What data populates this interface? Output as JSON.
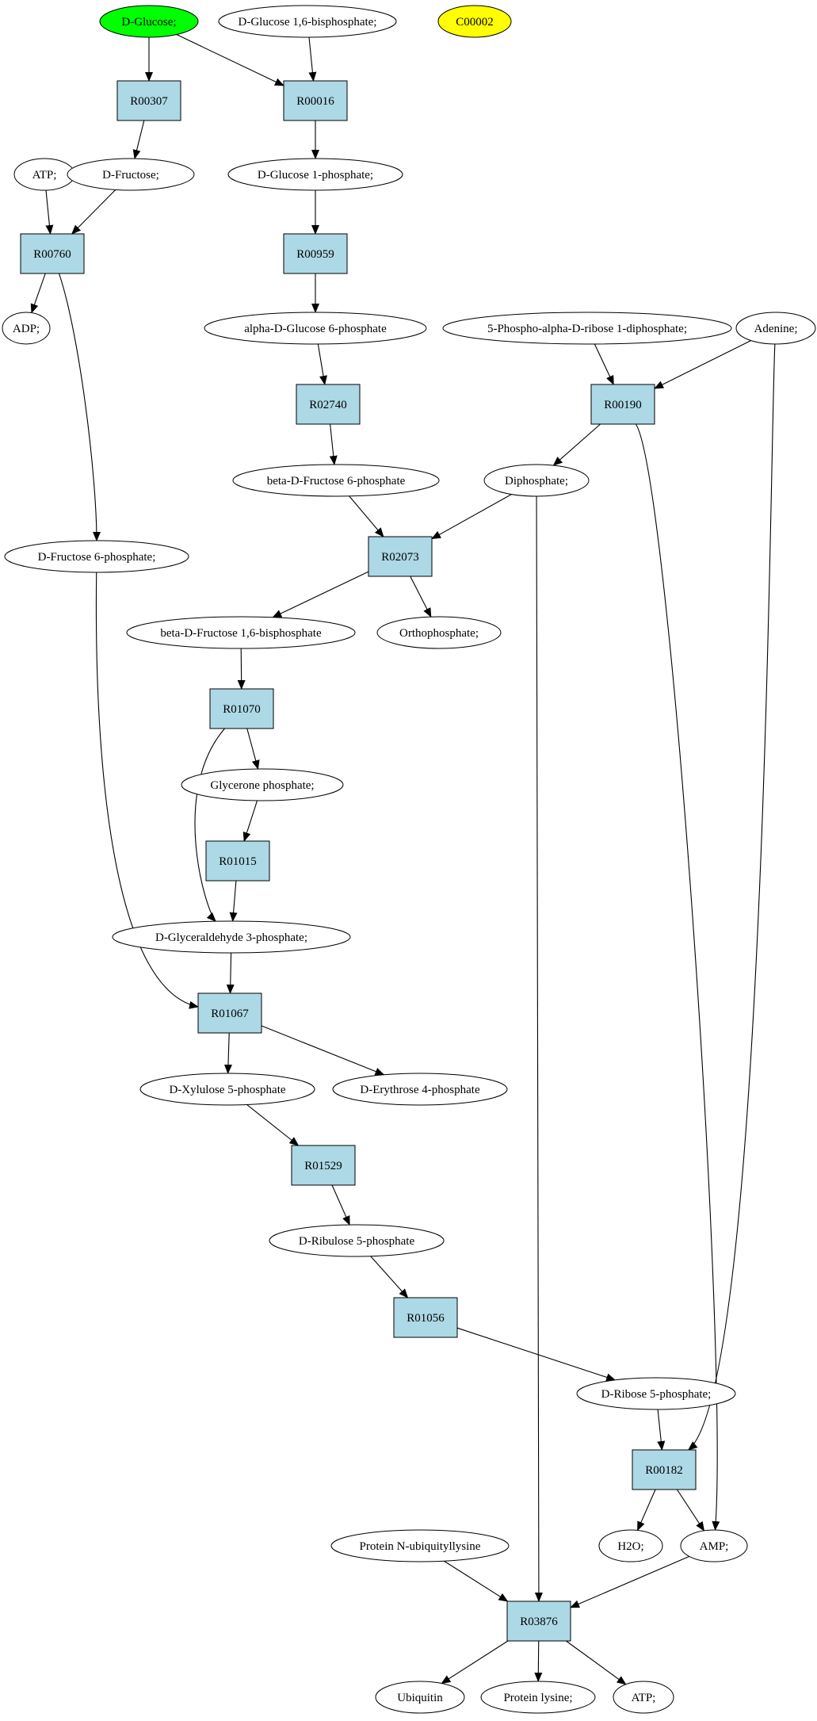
{
  "colors": {
    "edge": "#000000",
    "ellipse_fill": "#ffffff",
    "start_fill": "#00ff00",
    "highlight_fill": "#ffff00",
    "reaction_fill": "#add8e6"
  },
  "nodes": [
    {
      "id": "glc",
      "label": "D-Glucose;",
      "shape": "ellipse",
      "role": "start"
    },
    {
      "id": "g16bp",
      "label": "D-Glucose 1,6-bisphosphate;",
      "shape": "ellipse"
    },
    {
      "id": "c00002",
      "label": "C00002",
      "shape": "ellipse",
      "role": "highlight"
    },
    {
      "id": "r00307",
      "label": "R00307",
      "shape": "box"
    },
    {
      "id": "r00016",
      "label": "R00016",
      "shape": "box"
    },
    {
      "id": "atp1",
      "label": "ATP;",
      "shape": "ellipse"
    },
    {
      "id": "fru",
      "label": "D-Fructose;",
      "shape": "ellipse"
    },
    {
      "id": "g1p",
      "label": "D-Glucose 1-phosphate;",
      "shape": "ellipse"
    },
    {
      "id": "r00760",
      "label": "R00760",
      "shape": "box"
    },
    {
      "id": "r00959",
      "label": "R00959",
      "shape": "box"
    },
    {
      "id": "adp",
      "label": "ADP;",
      "shape": "ellipse"
    },
    {
      "id": "ag6p",
      "label": "alpha-D-Glucose 6-phosphate",
      "shape": "ellipse"
    },
    {
      "id": "prpp",
      "label": "5-Phospho-alpha-D-ribose 1-diphosphate;",
      "shape": "ellipse"
    },
    {
      "id": "ade",
      "label": "Adenine;",
      "shape": "ellipse"
    },
    {
      "id": "r02740",
      "label": "R02740",
      "shape": "box"
    },
    {
      "id": "r00190",
      "label": "R00190",
      "shape": "box"
    },
    {
      "id": "bf6p",
      "label": "beta-D-Fructose 6-phosphate",
      "shape": "ellipse"
    },
    {
      "id": "ppi",
      "label": "Diphosphate;",
      "shape": "ellipse"
    },
    {
      "id": "f6p",
      "label": "D-Fructose 6-phosphate;",
      "shape": "ellipse"
    },
    {
      "id": "r02073",
      "label": "R02073",
      "shape": "box"
    },
    {
      "id": "bf16bp",
      "label": "beta-D-Fructose 1,6-bisphosphate",
      "shape": "ellipse"
    },
    {
      "id": "pi",
      "label": "Orthophosphate;",
      "shape": "ellipse"
    },
    {
      "id": "r01070",
      "label": "R01070",
      "shape": "box"
    },
    {
      "id": "dhap",
      "label": "Glycerone phosphate;",
      "shape": "ellipse"
    },
    {
      "id": "r01015",
      "label": "R01015",
      "shape": "box"
    },
    {
      "id": "g3p",
      "label": "D-Glyceraldehyde 3-phosphate;",
      "shape": "ellipse"
    },
    {
      "id": "r01067",
      "label": "R01067",
      "shape": "box"
    },
    {
      "id": "x5p",
      "label": "D-Xylulose 5-phosphate",
      "shape": "ellipse"
    },
    {
      "id": "e4p",
      "label": "D-Erythrose 4-phosphate",
      "shape": "ellipse"
    },
    {
      "id": "r01529",
      "label": "R01529",
      "shape": "box"
    },
    {
      "id": "ru5p",
      "label": "D-Ribulose 5-phosphate",
      "shape": "ellipse"
    },
    {
      "id": "r01056",
      "label": "R01056",
      "shape": "box"
    },
    {
      "id": "r5p",
      "label": "D-Ribose 5-phosphate;",
      "shape": "ellipse"
    },
    {
      "id": "r00182",
      "label": "R00182",
      "shape": "box"
    },
    {
      "id": "pnul",
      "label": "Protein N-ubiquityllysine",
      "shape": "ellipse"
    },
    {
      "id": "h2o",
      "label": "H2O;",
      "shape": "ellipse"
    },
    {
      "id": "amp",
      "label": "AMP;",
      "shape": "ellipse"
    },
    {
      "id": "r03876",
      "label": "R03876",
      "shape": "box"
    },
    {
      "id": "ub",
      "label": "Ubiquitin",
      "shape": "ellipse"
    },
    {
      "id": "plys",
      "label": "Protein lysine;",
      "shape": "ellipse"
    },
    {
      "id": "atp2",
      "label": "ATP;",
      "shape": "ellipse"
    }
  ],
  "edges": [
    {
      "from": "glc",
      "to": "r00307"
    },
    {
      "from": "glc",
      "to": "r00016"
    },
    {
      "from": "g16bp",
      "to": "r00016"
    },
    {
      "from": "r00307",
      "to": "fru"
    },
    {
      "from": "r00016",
      "to": "g1p"
    },
    {
      "from": "atp1",
      "to": "r00760"
    },
    {
      "from": "fru",
      "to": "r00760"
    },
    {
      "from": "r00760",
      "to": "adp"
    },
    {
      "from": "r00760",
      "to": "f6p"
    },
    {
      "from": "g1p",
      "to": "r00959"
    },
    {
      "from": "r00959",
      "to": "ag6p"
    },
    {
      "from": "ag6p",
      "to": "r02740"
    },
    {
      "from": "r02740",
      "to": "bf6p"
    },
    {
      "from": "prpp",
      "to": "r00190"
    },
    {
      "from": "ade",
      "to": "r00190"
    },
    {
      "from": "ade",
      "to": "r00182"
    },
    {
      "from": "r00190",
      "to": "ppi"
    },
    {
      "from": "r00190",
      "to": "amp"
    },
    {
      "from": "bf6p",
      "to": "r02073"
    },
    {
      "from": "ppi",
      "to": "r02073"
    },
    {
      "from": "ppi",
      "to": "r03876"
    },
    {
      "from": "r02073",
      "to": "bf16bp"
    },
    {
      "from": "r02073",
      "to": "pi"
    },
    {
      "from": "bf16bp",
      "to": "r01070"
    },
    {
      "from": "r01070",
      "to": "dhap"
    },
    {
      "from": "r01070",
      "to": "g3p"
    },
    {
      "from": "dhap",
      "to": "r01015"
    },
    {
      "from": "r01015",
      "to": "g3p"
    },
    {
      "from": "g3p",
      "to": "r01067"
    },
    {
      "from": "f6p",
      "to": "r01067"
    },
    {
      "from": "r01067",
      "to": "x5p"
    },
    {
      "from": "r01067",
      "to": "e4p"
    },
    {
      "from": "x5p",
      "to": "r01529"
    },
    {
      "from": "r01529",
      "to": "ru5p"
    },
    {
      "from": "ru5p",
      "to": "r01056"
    },
    {
      "from": "r01056",
      "to": "r5p"
    },
    {
      "from": "r5p",
      "to": "r00182"
    },
    {
      "from": "r00182",
      "to": "h2o"
    },
    {
      "from": "r00182",
      "to": "amp"
    },
    {
      "from": "pnul",
      "to": "r03876"
    },
    {
      "from": "amp",
      "to": "r03876"
    },
    {
      "from": "r03876",
      "to": "ub"
    },
    {
      "from": "r03876",
      "to": "plys"
    },
    {
      "from": "r03876",
      "to": "atp2"
    }
  ]
}
